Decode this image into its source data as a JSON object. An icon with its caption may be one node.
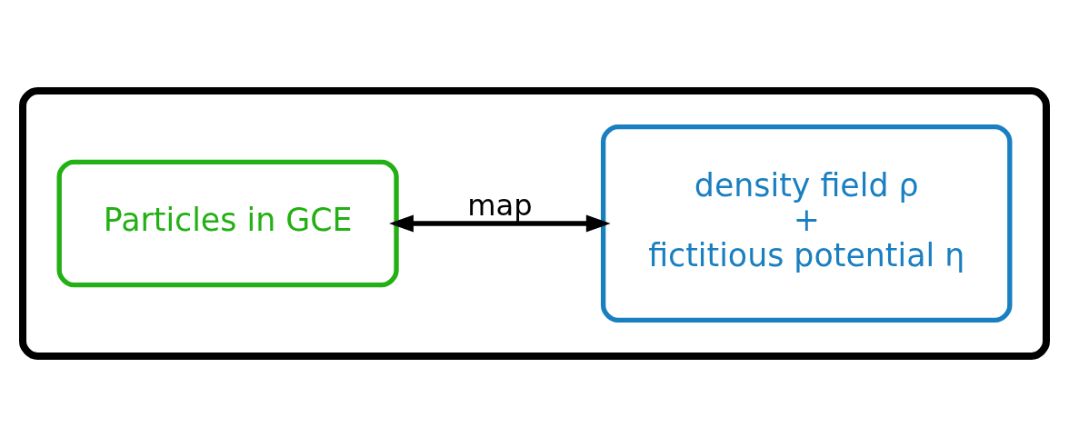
{
  "diagram": {
    "nodes": [
      {
        "text": [],
        "shape": "box"
      },
      {
        "text": [
          "Particles in GCE"
        ],
        "in": 0
      },
      {
        "text": [
          "density field ρ",
          "+",
          "fictitious potential η"
        ],
        "in": 0
      }
    ],
    "edges": [
      {
        "from": 1,
        "to": 2,
        "arrow": "both",
        "label": "map"
      }
    ]
  }
}
